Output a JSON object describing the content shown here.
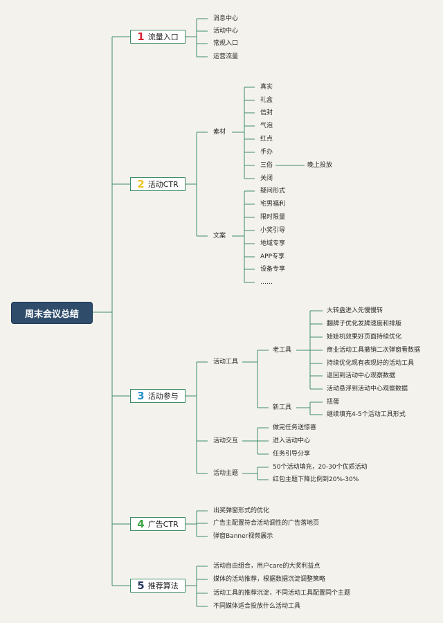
{
  "root": "周末会议总结",
  "colors": {
    "n1": "#d9202e",
    "n2": "#f2c321",
    "n3": "#2b94c9",
    "n4": "#3ea346",
    "n5": "#27385f",
    "line": "#3f8c68",
    "root": "#2f4d6b"
  },
  "b1": {
    "num": "1",
    "label": "流量入口",
    "items": [
      "消息中心",
      "活动中心",
      "常规入口",
      "运营流量"
    ]
  },
  "b2": {
    "num": "2",
    "label": "活动CTR",
    "g1": {
      "label": "素材",
      "items": [
        "真实",
        "礼盒",
        "信封",
        "气泡",
        "红点",
        "手办",
        "三俗",
        "关闭"
      ],
      "note": "晚上投放"
    },
    "g2": {
      "label": "文案",
      "items": [
        "疑问形式",
        "宅男福利",
        "限时限量",
        "小奖引导",
        "地域专享",
        "APP专享",
        "设备专享",
        "……"
      ]
    }
  },
  "b3": {
    "num": "3",
    "label": "活动参与",
    "g1": {
      "label": "活动工具",
      "old": {
        "label": "老工具",
        "items": [
          "大转盘进入先慢慢转",
          "翻牌子优化发牌速度和排版",
          "娃娃机效果好页面持续优化",
          "商业活动工具撤销二次弹窗看数据",
          "持续优化现有表现好的活动工具",
          "返回到活动中心观察数据",
          "活动悬浮到活动中心观察数据"
        ]
      },
      "new": {
        "label": "新工具",
        "items": [
          "扭蛋",
          "继续填充4-5个活动工具形式"
        ]
      }
    },
    "g2": {
      "label": "活动交互",
      "items": [
        "做完任务送惊喜",
        "进入活动中心",
        "任务引导分享"
      ]
    },
    "g3": {
      "label": "活动主题",
      "items": [
        "50个活动填充，20-30个优质活动",
        "红包主题下降比例到20%-30%"
      ]
    }
  },
  "b4": {
    "num": "4",
    "label": "广告CTR",
    "items": [
      "出奖弹窗形式的优化",
      "广告主配置符合活动调性的广告落地页",
      "弹窗Banner视频展示"
    ]
  },
  "b5": {
    "num": "5",
    "label": "推荐算法",
    "items": [
      "活动自由组合，用户care的大奖利益点",
      "媒体的活动推荐，根据数据沉淀调整策略",
      "活动工具的推荐沉淀，不同活动工具配置同个主题",
      "不同媒体适合投放什么活动工具"
    ]
  }
}
